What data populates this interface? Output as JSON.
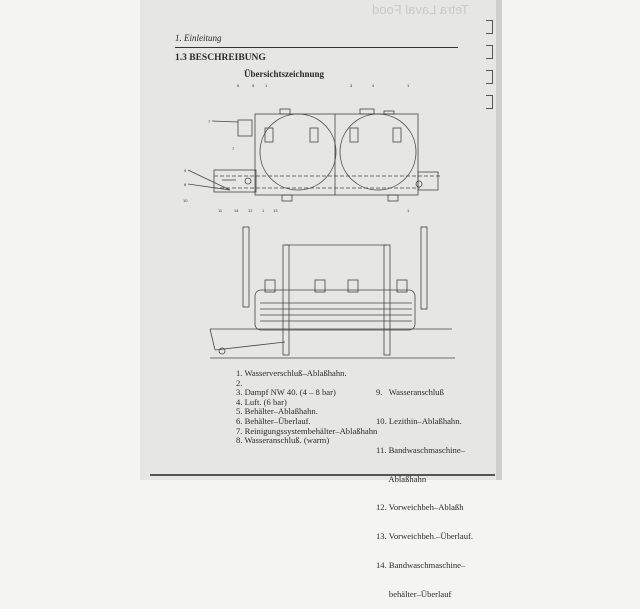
{
  "header": {
    "chapter": "1. Einleitung",
    "brand_watermark": "Tetra Laval Food"
  },
  "section": {
    "title": "1.3 BESCHREIBUNG",
    "subtitle": "Übersichtszeichnung"
  },
  "diagram": {
    "callouts_top": [
      "6",
      "5",
      "1",
      "3",
      "4",
      "1"
    ],
    "callouts_left": [
      "7",
      "7",
      "9",
      "8",
      "10"
    ],
    "callouts_bottom": [
      "11",
      "14",
      "12",
      "1",
      "13",
      "1"
    ]
  },
  "legend": {
    "left": [
      "1.  Wasserverschluß–Ablaßhahn.",
      "2.",
      "3.  Dampf NW 40. (4 – 8 bar)",
      "4.  Luft. (6 bar)",
      "5.  Behälter–Ablaßhahn.",
      "6.  Behälter–Überlauf.",
      "7.  Reinigungssystembehälter–Ablaßhahn",
      "8.  Wasseranschluß. (warm)"
    ],
    "right": [
      "9.   Wasseranschluß",
      "10. Lezithin–Ablaßhahn.",
      "11. Bandwaschmaschine–",
      "      Ablaßhahn",
      "12. Vorweichbeh–Ablaßh",
      "13. Vorweichbeh.–Überlauf.",
      "14. Bandwaschmaschine–",
      "      behälter–Überlauf"
    ]
  }
}
